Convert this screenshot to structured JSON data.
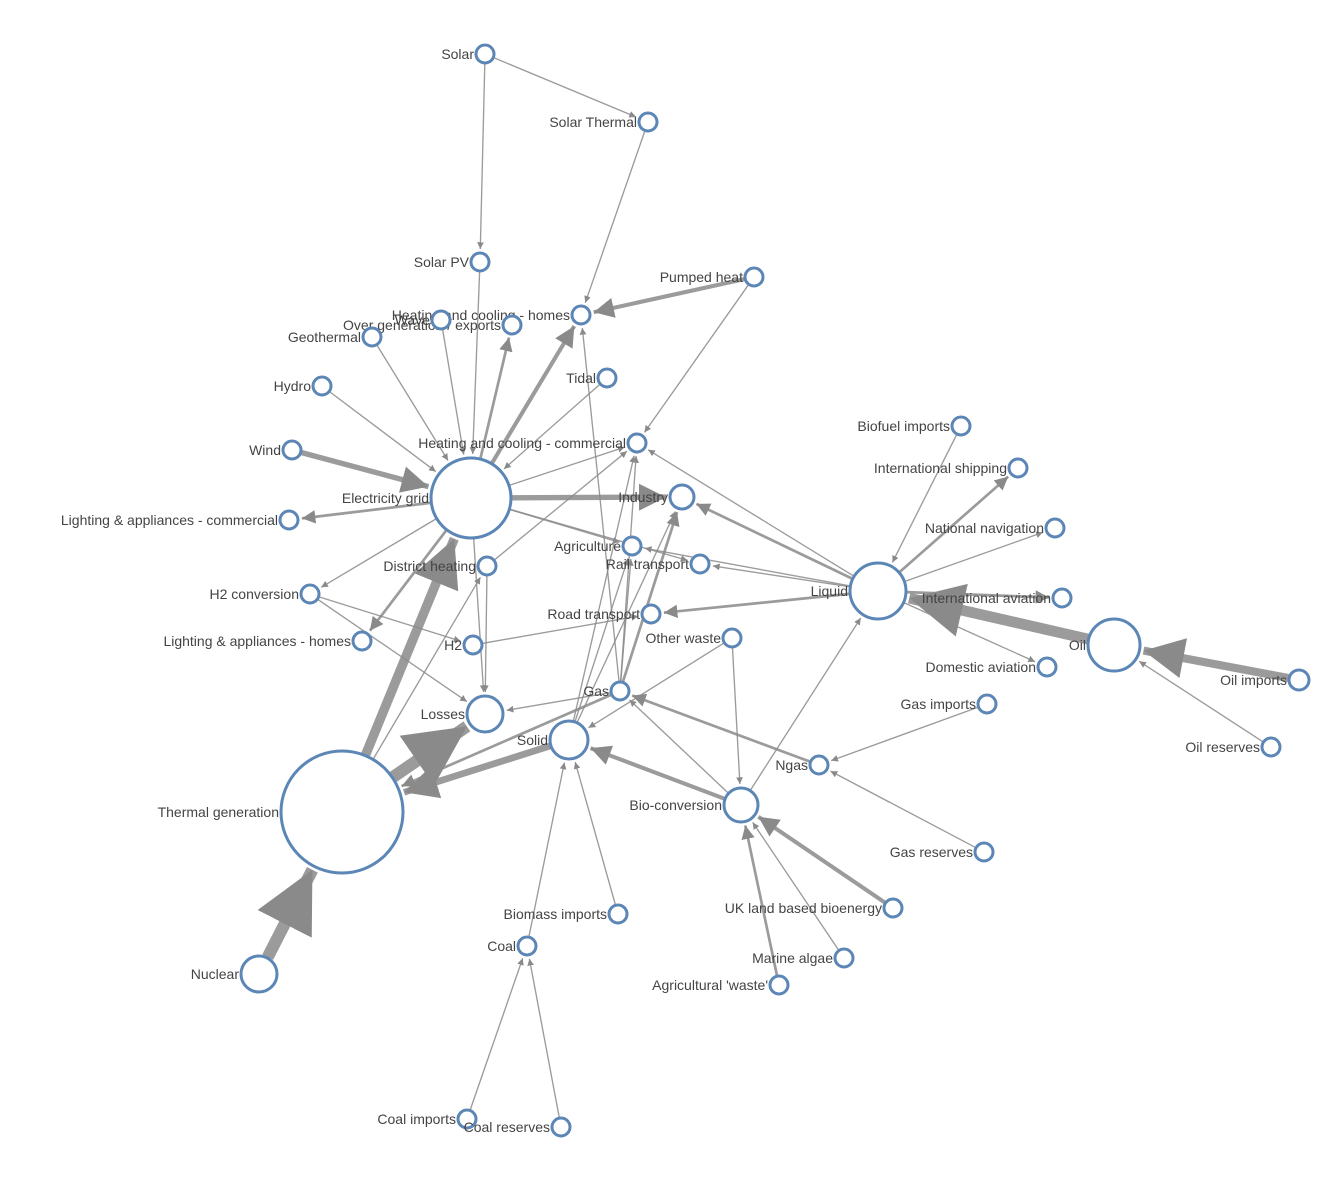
{
  "colors": {
    "node_stroke": "#5b86b5",
    "node_fill": "#ffffff",
    "edge": "#8a8a8a",
    "label": "#444444"
  },
  "nodes": [
    {
      "id": "solar",
      "label": "Solar"
    },
    {
      "id": "solar_thermal",
      "label": "Solar Thermal"
    },
    {
      "id": "solar_pv",
      "label": "Solar PV"
    },
    {
      "id": "pumped_heat",
      "label": "Pumped heat"
    },
    {
      "id": "hc_homes",
      "label": "Heating and cooling - homes"
    },
    {
      "id": "over_gen",
      "label": "Over generation / exports"
    },
    {
      "id": "wave",
      "label": "Wave"
    },
    {
      "id": "geothermal",
      "label": "Geothermal"
    },
    {
      "id": "hydro",
      "label": "Hydro"
    },
    {
      "id": "tidal",
      "label": "Tidal"
    },
    {
      "id": "hc_commercial",
      "label": "Heating and cooling - commercial"
    },
    {
      "id": "wind",
      "label": "Wind"
    },
    {
      "id": "electricity_grid",
      "label": "Electricity grid"
    },
    {
      "id": "industry",
      "label": "Industry"
    },
    {
      "id": "la_commercial",
      "label": "Lighting & appliances - commercial"
    },
    {
      "id": "agriculture",
      "label": "Agriculture"
    },
    {
      "id": "rail",
      "label": "Rail transport"
    },
    {
      "id": "district_heating",
      "label": "District heating"
    },
    {
      "id": "h2_conversion",
      "label": "H2 conversion"
    },
    {
      "id": "road",
      "label": "Road transport"
    },
    {
      "id": "la_homes",
      "label": "Lighting & appliances - homes"
    },
    {
      "id": "h2",
      "label": "H2"
    },
    {
      "id": "other_waste",
      "label": "Other waste"
    },
    {
      "id": "gas",
      "label": "Gas"
    },
    {
      "id": "losses",
      "label": "Losses"
    },
    {
      "id": "solid",
      "label": "Solid"
    },
    {
      "id": "thermal_generation",
      "label": "Thermal generation"
    },
    {
      "id": "nuclear",
      "label": "Nuclear"
    },
    {
      "id": "biomass_imports",
      "label": "Biomass imports"
    },
    {
      "id": "coal",
      "label": "Coal"
    },
    {
      "id": "coal_imports",
      "label": "Coal imports"
    },
    {
      "id": "coal_reserves",
      "label": "Coal reserves"
    },
    {
      "id": "biofuel_imports",
      "label": "Biofuel imports"
    },
    {
      "id": "int_shipping",
      "label": "International shipping"
    },
    {
      "id": "nat_navigation",
      "label": "National navigation"
    },
    {
      "id": "liquid",
      "label": "Liquid"
    },
    {
      "id": "int_aviation",
      "label": "International aviation"
    },
    {
      "id": "oil",
      "label": "Oil"
    },
    {
      "id": "oil_imports",
      "label": "Oil imports"
    },
    {
      "id": "domestic_aviation",
      "label": "Domestic aviation"
    },
    {
      "id": "gas_imports",
      "label": "Gas imports"
    },
    {
      "id": "oil_reserves",
      "label": "Oil reserves"
    },
    {
      "id": "ngas",
      "label": "Ngas"
    },
    {
      "id": "bio_conversion",
      "label": "Bio-conversion"
    },
    {
      "id": "gas_reserves",
      "label": "Gas reserves"
    },
    {
      "id": "uk_bioenergy",
      "label": "UK land based bioenergy"
    },
    {
      "id": "marine_algae",
      "label": "Marine algae"
    },
    {
      "id": "agri_waste",
      "label": "Agricultural 'waste'"
    }
  ],
  "links": [
    {
      "source": "solar",
      "target": "solar_thermal",
      "value": 1
    },
    {
      "source": "solar",
      "target": "solar_pv",
      "value": 1
    },
    {
      "source": "solar_thermal",
      "target": "hc_homes",
      "value": 1
    },
    {
      "source": "pumped_heat",
      "target": "hc_homes",
      "value": 3
    },
    {
      "source": "pumped_heat",
      "target": "hc_commercial",
      "value": 1
    },
    {
      "source": "solar_pv",
      "target": "electricity_grid",
      "value": 1
    },
    {
      "source": "wave",
      "target": "electricity_grid",
      "value": 1
    },
    {
      "source": "geothermal",
      "target": "electricity_grid",
      "value": 1
    },
    {
      "source": "hydro",
      "target": "electricity_grid",
      "value": 1
    },
    {
      "source": "tidal",
      "target": "electricity_grid",
      "value": 1
    },
    {
      "source": "wind",
      "target": "electricity_grid",
      "value": 4
    },
    {
      "source": "electricity_grid",
      "target": "over_gen",
      "value": 2
    },
    {
      "source": "electricity_grid",
      "target": "hc_homes",
      "value": 3
    },
    {
      "source": "electricity_grid",
      "target": "hc_commercial",
      "value": 1
    },
    {
      "source": "electricity_grid",
      "target": "industry",
      "value": 4
    },
    {
      "source": "electricity_grid",
      "target": "la_commercial",
      "value": 2
    },
    {
      "source": "electricity_grid",
      "target": "agriculture",
      "value": 1
    },
    {
      "source": "electricity_grid",
      "target": "rail",
      "value": 1
    },
    {
      "source": "electricity_grid",
      "target": "h2_conversion",
      "value": 1
    },
    {
      "source": "electricity_grid",
      "target": "la_homes",
      "value": 2
    },
    {
      "source": "electricity_grid",
      "target": "losses",
      "value": 1
    },
    {
      "source": "district_heating",
      "target": "hc_commercial",
      "value": 1
    },
    {
      "source": "district_heating",
      "target": "losses",
      "value": 1
    },
    {
      "source": "h2_conversion",
      "target": "h2",
      "value": 1
    },
    {
      "source": "h2_conversion",
      "target": "losses",
      "value": 1
    },
    {
      "source": "h2",
      "target": "road",
      "value": 1
    },
    {
      "source": "thermal_generation",
      "target": "electricity_grid",
      "value": 7
    },
    {
      "source": "thermal_generation",
      "target": "losses",
      "value": 9
    },
    {
      "source": "thermal_generation",
      "target": "district_heating",
      "value": 1
    },
    {
      "source": "nuclear",
      "target": "thermal_generation",
      "value": 9
    },
    {
      "source": "solid",
      "target": "thermal_generation",
      "value": 5
    },
    {
      "source": "solid",
      "target": "industry",
      "value": 1
    },
    {
      "source": "solid",
      "target": "hc_commercial",
      "value": 1
    },
    {
      "source": "solid",
      "target": "agriculture",
      "value": 1
    },
    {
      "source": "gas",
      "target": "thermal_generation",
      "value": 2
    },
    {
      "source": "gas",
      "target": "losses",
      "value": 1
    },
    {
      "source": "gas",
      "target": "hc_commercial",
      "value": 1
    },
    {
      "source": "gas",
      "target": "industry",
      "value": 2
    },
    {
      "source": "gas",
      "target": "agriculture",
      "value": 1
    },
    {
      "source": "gas",
      "target": "hc_homes",
      "value": 1
    },
    {
      "source": "other_waste",
      "target": "solid",
      "value": 1
    },
    {
      "source": "other_waste",
      "target": "bio_conversion",
      "value": 1
    },
    {
      "source": "biomass_imports",
      "target": "solid",
      "value": 1
    },
    {
      "source": "coal",
      "target": "solid",
      "value": 1
    },
    {
      "source": "coal_imports",
      "target": "coal",
      "value": 1
    },
    {
      "source": "coal_reserves",
      "target": "coal",
      "value": 1
    },
    {
      "source": "liquid",
      "target": "industry",
      "value": 2
    },
    {
      "source": "liquid",
      "target": "rail",
      "value": 1
    },
    {
      "source": "liquid",
      "target": "agriculture",
      "value": 1
    },
    {
      "source": "liquid",
      "target": "road",
      "value": 2
    },
    {
      "source": "liquid",
      "target": "int_shipping",
      "value": 2
    },
    {
      "source": "liquid",
      "target": "nat_navigation",
      "value": 1
    },
    {
      "source": "liquid",
      "target": "int_aviation",
      "value": 2
    },
    {
      "source": "liquid",
      "target": "domestic_aviation",
      "value": 1
    },
    {
      "source": "liquid",
      "target": "hc_commercial",
      "value": 1
    },
    {
      "source": "biofuel_imports",
      "target": "liquid",
      "value": 1
    },
    {
      "source": "oil",
      "target": "liquid",
      "value": 8
    },
    {
      "source": "oil_imports",
      "target": "oil",
      "value": 6
    },
    {
      "source": "oil_reserves",
      "target": "oil",
      "value": 1
    },
    {
      "source": "gas_imports",
      "target": "ngas",
      "value": 1
    },
    {
      "source": "gas_reserves",
      "target": "ngas",
      "value": 1
    },
    {
      "source": "ngas",
      "target": "gas",
      "value": 2
    },
    {
      "source": "bio_conversion",
      "target": "solid",
      "value": 3
    },
    {
      "source": "bio_conversion",
      "target": "liquid",
      "value": 1
    },
    {
      "source": "bio_conversion",
      "target": "gas",
      "value": 1
    },
    {
      "source": "uk_bioenergy",
      "target": "bio_conversion",
      "value": 3
    },
    {
      "source": "marine_algae",
      "target": "bio_conversion",
      "value": 1
    },
    {
      "source": "agri_waste",
      "target": "bio_conversion",
      "value": 2
    }
  ]
}
